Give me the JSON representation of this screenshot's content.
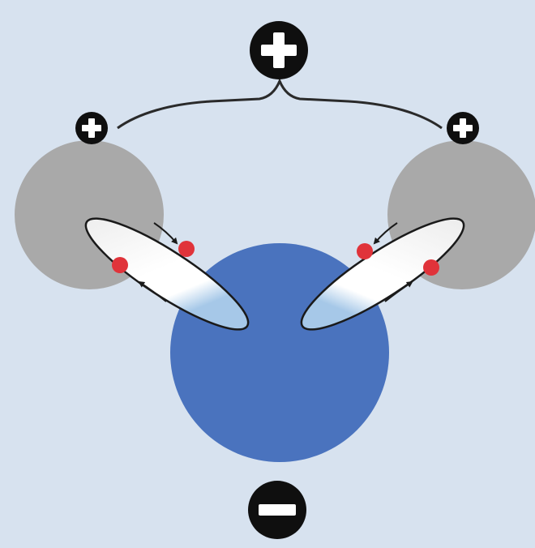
{
  "diagram": {
    "colors": {
      "background": "#d7e2ef",
      "hydrogen_atom": "#a9a9a9",
      "oxygen_atom": "#4a73be",
      "bond_orbital_light": "#ffffff",
      "bond_orbital_blue": "#a6c8e8",
      "electron": "#e0333a",
      "outline": "#1a1a1a",
      "badge": "#0f0f0f",
      "badge_symbol": "#ffffff"
    },
    "icons": {
      "overall_positive": "plus-circle-icon",
      "hydrogen_positive": "plus-circle-icon",
      "overall_negative": "minus-circle-icon"
    },
    "atoms": [
      {
        "role": "hydrogen-left"
      },
      {
        "role": "hydrogen-right"
      },
      {
        "role": "oxygen"
      }
    ],
    "electrons_per_bond": 2
  }
}
